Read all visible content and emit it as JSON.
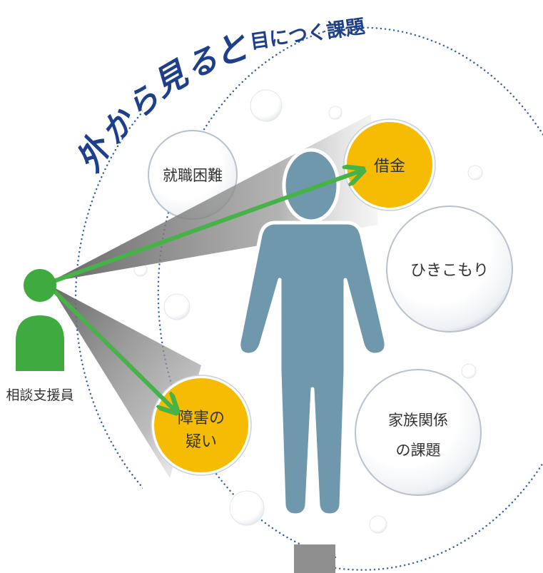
{
  "title": {
    "chars": [
      "外",
      "か",
      "ら",
      "見",
      "る",
      "と"
    ],
    "suffix": "目につく課題"
  },
  "counselor": {
    "label": "相談支援員"
  },
  "bubbles": {
    "employment": {
      "label": "就職困難"
    },
    "debt": {
      "label": "借金"
    },
    "withdrawal": {
      "label": "ひきこもり"
    },
    "disability": {
      "line1": "障害の",
      "line2": "疑い"
    },
    "family": {
      "line1": "家族関係",
      "line2": "の課題"
    }
  },
  "colors": {
    "title_blue": "#1d3f8c",
    "dot_blue": "#2f5ea8",
    "person_blue": "#6f98ad",
    "counselor_green": "#3faa3f",
    "arrow_green": "#47b247",
    "highlight_yellow": "#f6bc04",
    "cone_gray": "#8c8c8c",
    "base_gray": "#8f8f8f"
  }
}
